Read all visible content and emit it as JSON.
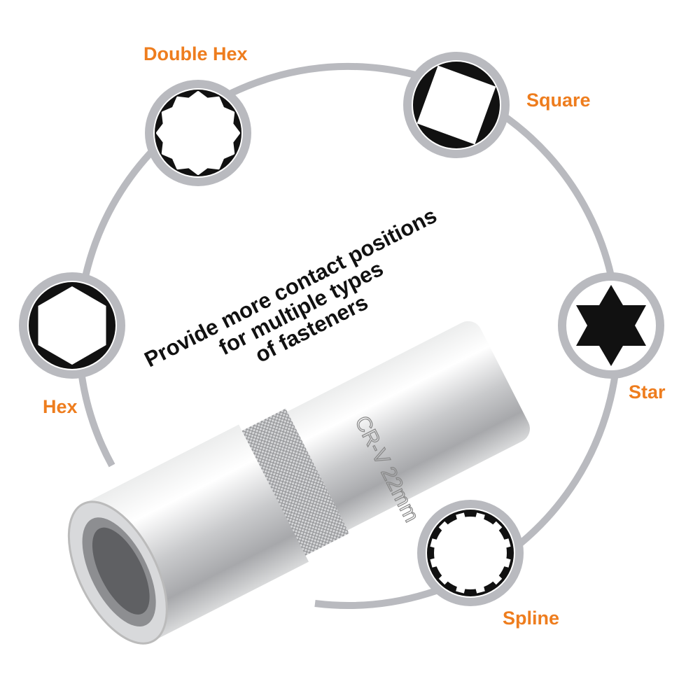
{
  "tagline": [
    "Provide more contact positions",
    "for multiple types",
    "of fasteners"
  ],
  "fastener_types": [
    {
      "label": "Double Hex",
      "icon": "double-hex-icon"
    },
    {
      "label": "Square",
      "icon": "square-icon"
    },
    {
      "label": "Hex",
      "icon": "hex-icon"
    },
    {
      "label": "Star",
      "icon": "star-icon"
    },
    {
      "label": "Spline",
      "icon": "spline-icon"
    }
  ],
  "product_engraving": "CR-V 22mm",
  "colors": {
    "accent": "#ee7d1e",
    "ring": "#b9babf",
    "text": "#111111"
  }
}
